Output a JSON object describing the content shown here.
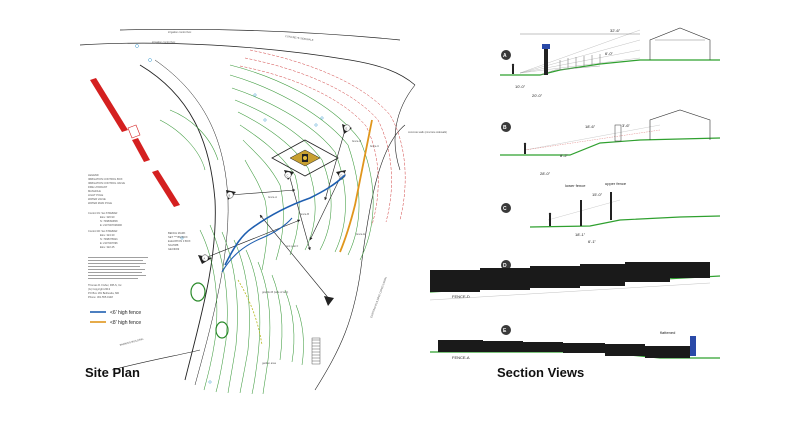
{
  "titles": {
    "site_plan": "Site Plan",
    "section_views": "Section Views"
  },
  "legend": {
    "blue_label": "<6' high fence",
    "orange_label": "<8' high fence",
    "colors": {
      "blue": "#1f5fb0",
      "orange": "#e0961c",
      "contour_green": "#3c9a3c",
      "contour_red": "#d04040",
      "ground": "#2fa02f"
    }
  },
  "plan_labels": {
    "sight_a": "A",
    "sight_b": "B",
    "sight_c": "C",
    "sight_d": "D",
    "sight_e": "E",
    "fence_a": "fence-A",
    "fence_b": "fence-B",
    "fence_c": "fence-C",
    "fence_d": "fence-D",
    "fence_e": "fence-E",
    "road_top": "CONCRETE SIDEWALK",
    "road_right": "concrete walk (concrete sidewalk)",
    "graphic_b": "graphic-B (side of tent)",
    "tent_post": "tent post F",
    "garden": "garden area",
    "irrigation1": "irrigation control box",
    "irrigation2": "irrigation control box",
    "existing_building": "EXISTING BUILDING CONCLUSION",
    "parking": "PARKING BUILDING",
    "legend_block": [
      "LEGEND",
      "IRRIGATION CONTROL BOX",
      "IRRIGATION CONTROL VALVE",
      "FIRE HYDRANT",
      "MANHOLE",
      "LIGHT POLE",
      "WATER VALVE",
      "WATER MAIN POLE"
    ],
    "control_block": [
      "Control #1: Set 6\"REBAR",
      "Elev: 326.90",
      "N: 7098393836",
      "E: 2107467028490",
      "Control #2: Set 6\"REBAR",
      "Elev: 324.30",
      "N: 7098378321",
      "E: 2107467096",
      "Elev: 322.45"
    ],
    "bench_block": [
      "BENCH MARK",
      "SET *** BM BOX",
      "ELEVATION 3 BOX",
      "NGVD88",
      "GEOID09"
    ],
    "note_block": [
      "Thomas R. Fisher, RPLS, Inc",
      "(G) Copyright 2013",
      "PO Box 181 Bethesda, MD",
      "Phone: 301.555.0148"
    ]
  },
  "sections": {
    "a": {
      "badge": "A",
      "dim_top": "32'-6\"",
      "dim_low": "20'-0\"",
      "dim_mid": "10'-0\"",
      "dim_small": "6'-0\""
    },
    "b": {
      "badge": "B",
      "dim_top": "18'-6\"",
      "dim_low": "28'-0\"",
      "dim_mid": "8'-2\"",
      "dim_small": "3'-6\""
    },
    "c": {
      "badge": "C",
      "label_lower": "lower fence",
      "label_upper": "upper fence",
      "dim_top": "15'-0\"",
      "dim_low": "18'-1\"",
      "dim_small": "6'-1\""
    },
    "d": {
      "badge": "D",
      "fence_label": "FENCE-D"
    },
    "e": {
      "badge": "E",
      "fence_label": "FENCE-A",
      "right_label": "flattened"
    }
  }
}
